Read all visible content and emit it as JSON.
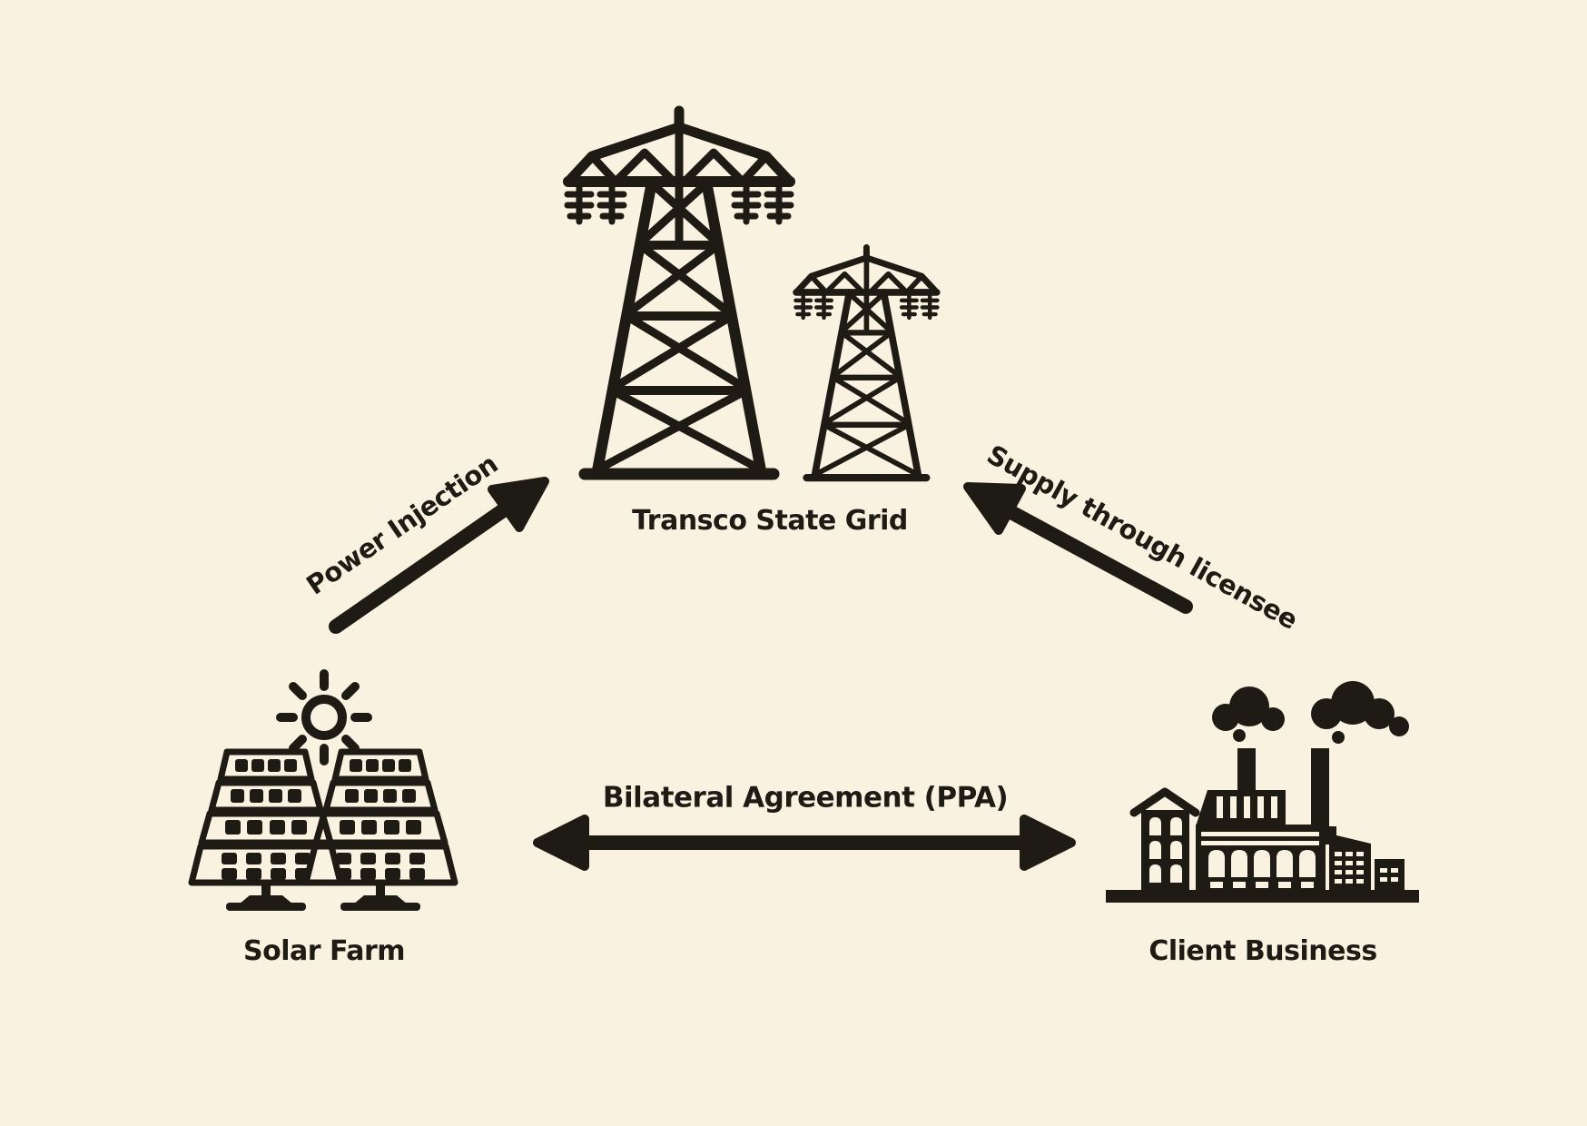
{
  "colors": {
    "background": "#faf2e1",
    "ink": "#1e1a14"
  },
  "nodes": {
    "grid": {
      "label": "Transco State Grid"
    },
    "solar": {
      "label": "Solar Farm"
    },
    "client": {
      "label": "Client Business"
    }
  },
  "arrows": {
    "power_injection": {
      "label": "Power Injection",
      "direction": "solar-farm-to-grid"
    },
    "supply": {
      "label": "Supply through licensee",
      "direction": "client-to-grid"
    },
    "ppa": {
      "label": "Bilateral Agreement (PPA)",
      "direction": "bidirectional"
    }
  },
  "icons": {
    "grid": [
      "transmission-tower-large-icon",
      "transmission-tower-small-icon"
    ],
    "solar": [
      "sun-icon",
      "solar-panel-icon",
      "solar-panel-icon"
    ],
    "client": [
      "factory-icon",
      "smoke-icon"
    ]
  }
}
